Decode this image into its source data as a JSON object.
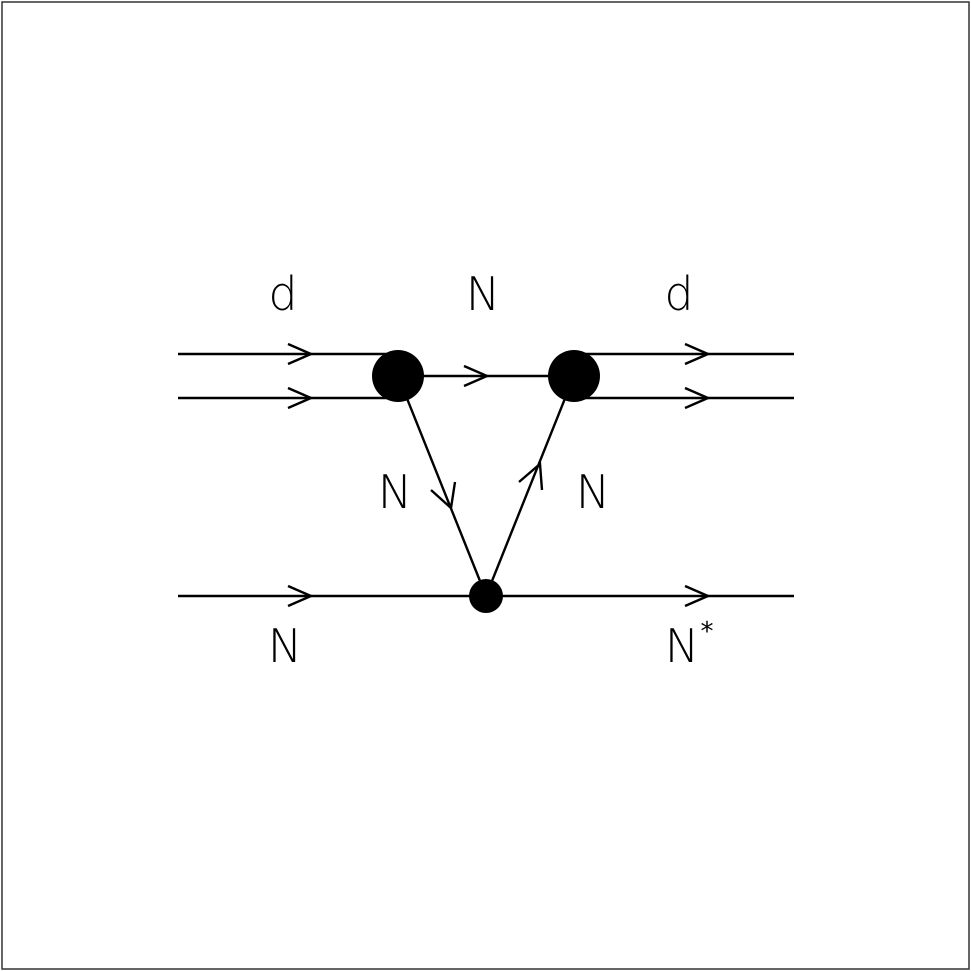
{
  "labels": {
    "deuteron_in": "d",
    "nucleon_exchange_top": "N",
    "deuteron_out": "d",
    "nucleon_left_leg": "N",
    "nucleon_right_leg": "N",
    "nucleon_in": "N",
    "resonance_out": "N",
    "resonance_out_sup": "*"
  },
  "colors": {
    "ink": "#000000",
    "background": "#ffffff",
    "frame": "#333333"
  }
}
